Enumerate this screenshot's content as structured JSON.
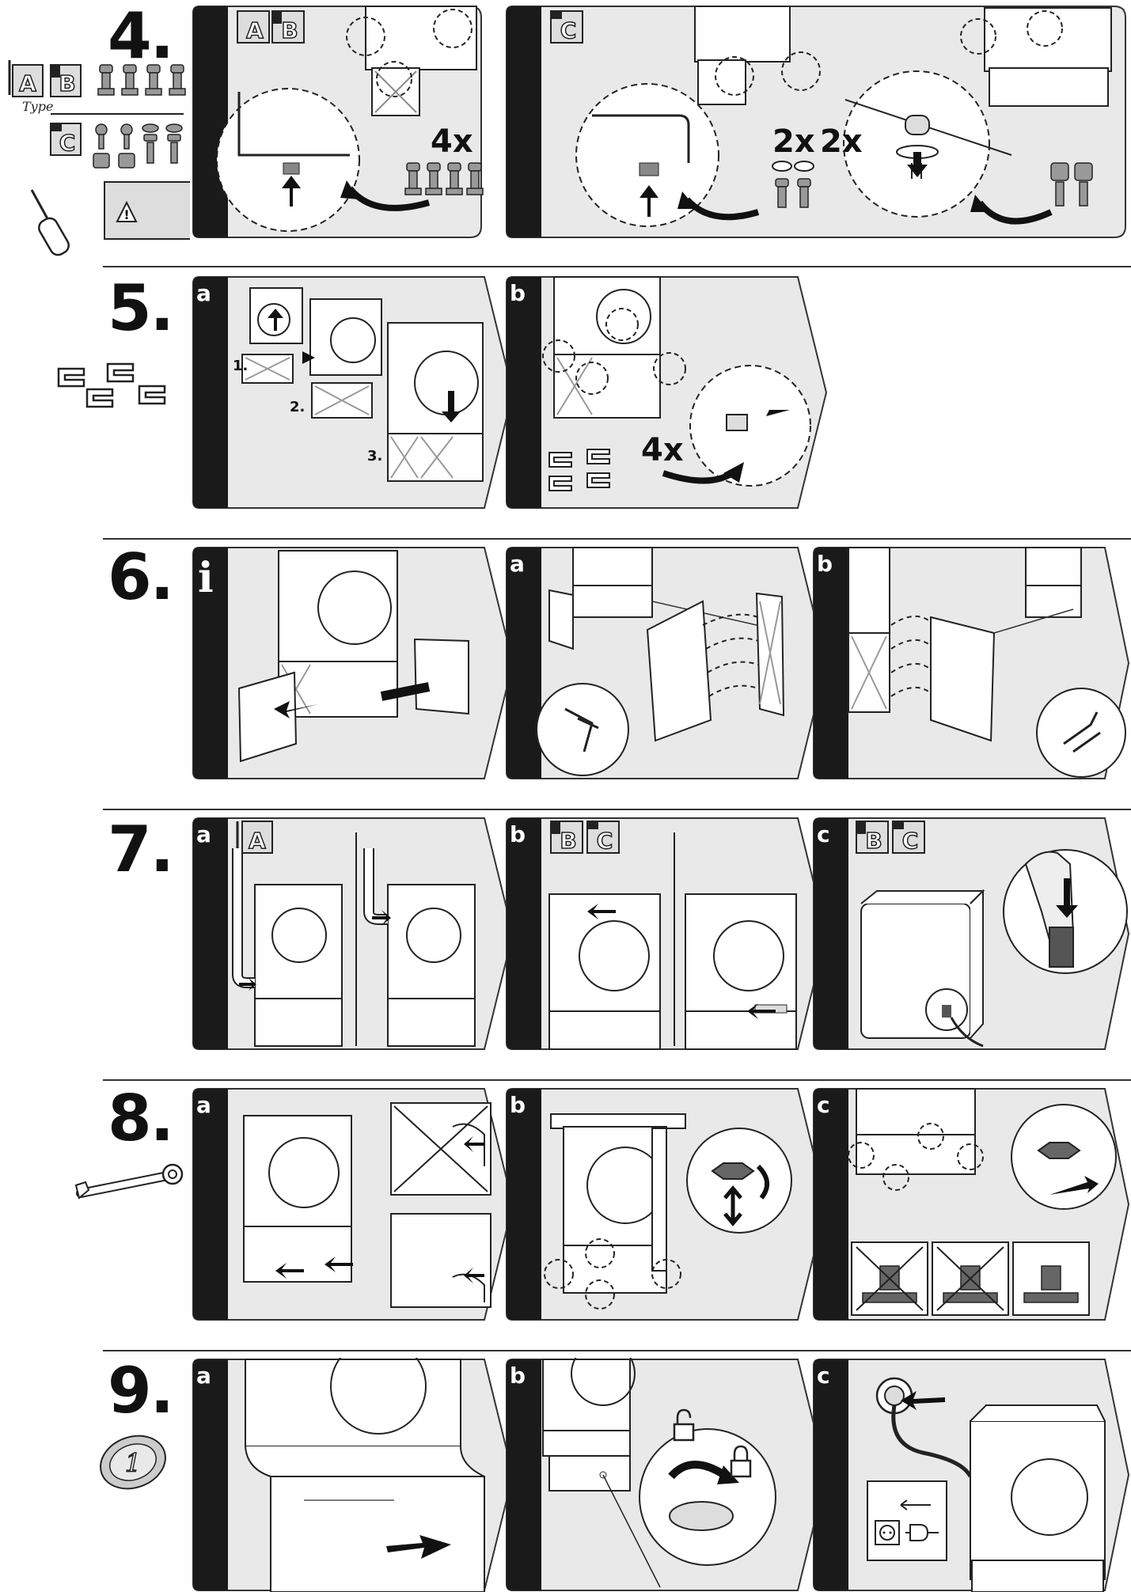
{
  "steps": {
    "s4": {
      "number": "4.",
      "multiplier_a": "4x",
      "multiplier_b": "2x",
      "multiplier_c": "2x"
    },
    "s5": {
      "number": "5.",
      "label_a": "a",
      "label_b": "b",
      "sub1": "1.",
      "sub2": "2.",
      "sub3": "3.",
      "multiplier": "4x"
    },
    "s6": {
      "number": "6.",
      "label_info": "i",
      "label_a": "a",
      "label_b": "b"
    },
    "s7": {
      "number": "7.",
      "label_a": "a",
      "label_b": "b",
      "label_c": "c"
    },
    "s8": {
      "number": "8.",
      "label_a": "a",
      "label_b": "b",
      "label_c": "c"
    },
    "s9": {
      "number": "9.",
      "label_a": "a",
      "label_b": "b",
      "label_c": "c"
    }
  },
  "type_badges": {
    "a": "A",
    "b": "B",
    "c": "C",
    "caption": "Type"
  },
  "icons": [
    "screwdriver-icon",
    "brackets-icon",
    "wrench-icon",
    "coin-icon",
    "warning-icon",
    "socket-icon",
    "padlock-icon",
    "arrow-icon"
  ],
  "colors": {
    "panel_fill": "#e9e9e9",
    "panel_stroke": "#333333",
    "band": "#1a1a1a"
  }
}
